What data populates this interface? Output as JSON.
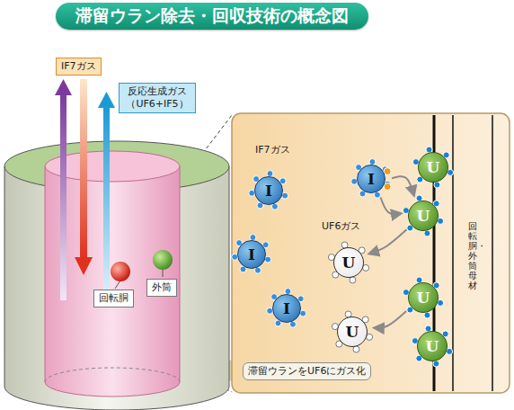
{
  "diagram": {
    "title": "滞留ウラン除去・回収技術の概念図",
    "nodes": [
      {
        "text": [
          "IF7ガス"
        ]
      },
      {
        "text": [
          "反応生成ガス （UF6+IF5）"
        ]
      },
      {
        "text": [
          "回転胴"
        ]
      },
      {
        "text": [
          "外筒"
        ]
      },
      {
        "text": [
          "I"
        ]
      },
      {
        "text": [
          "U"
        ]
      },
      {
        "text": [
          "I"
        ]
      },
      {
        "text": [
          "U"
        ]
      },
      {
        "text": [
          "I"
        ]
      },
      {
        "text": [
          "U"
        ]
      },
      {
        "text": [
          "U"
        ]
      },
      {
        "text": [
          "I"
        ]
      },
      {
        "text": [
          "U"
        ]
      },
      {
        "text": [
          "U"
        ]
      },
      {
        "text": [
          "滞留ウランをUF6にガス化"
        ]
      }
    ],
    "edges": [
      {
        "from": 6,
        "to": 7,
        "arrow": "to"
      },
      {
        "from": 6,
        "to": 7,
        "arrow": "to"
      },
      {
        "from": 7,
        "to": 9,
        "arrow": "to"
      },
      {
        "from": 10,
        "to": 12,
        "arrow": "to"
      }
    ],
    "labels": [
      "IF7ガス",
      "UF6ガス",
      "回転胴・外筒母材"
    ]
  }
}
